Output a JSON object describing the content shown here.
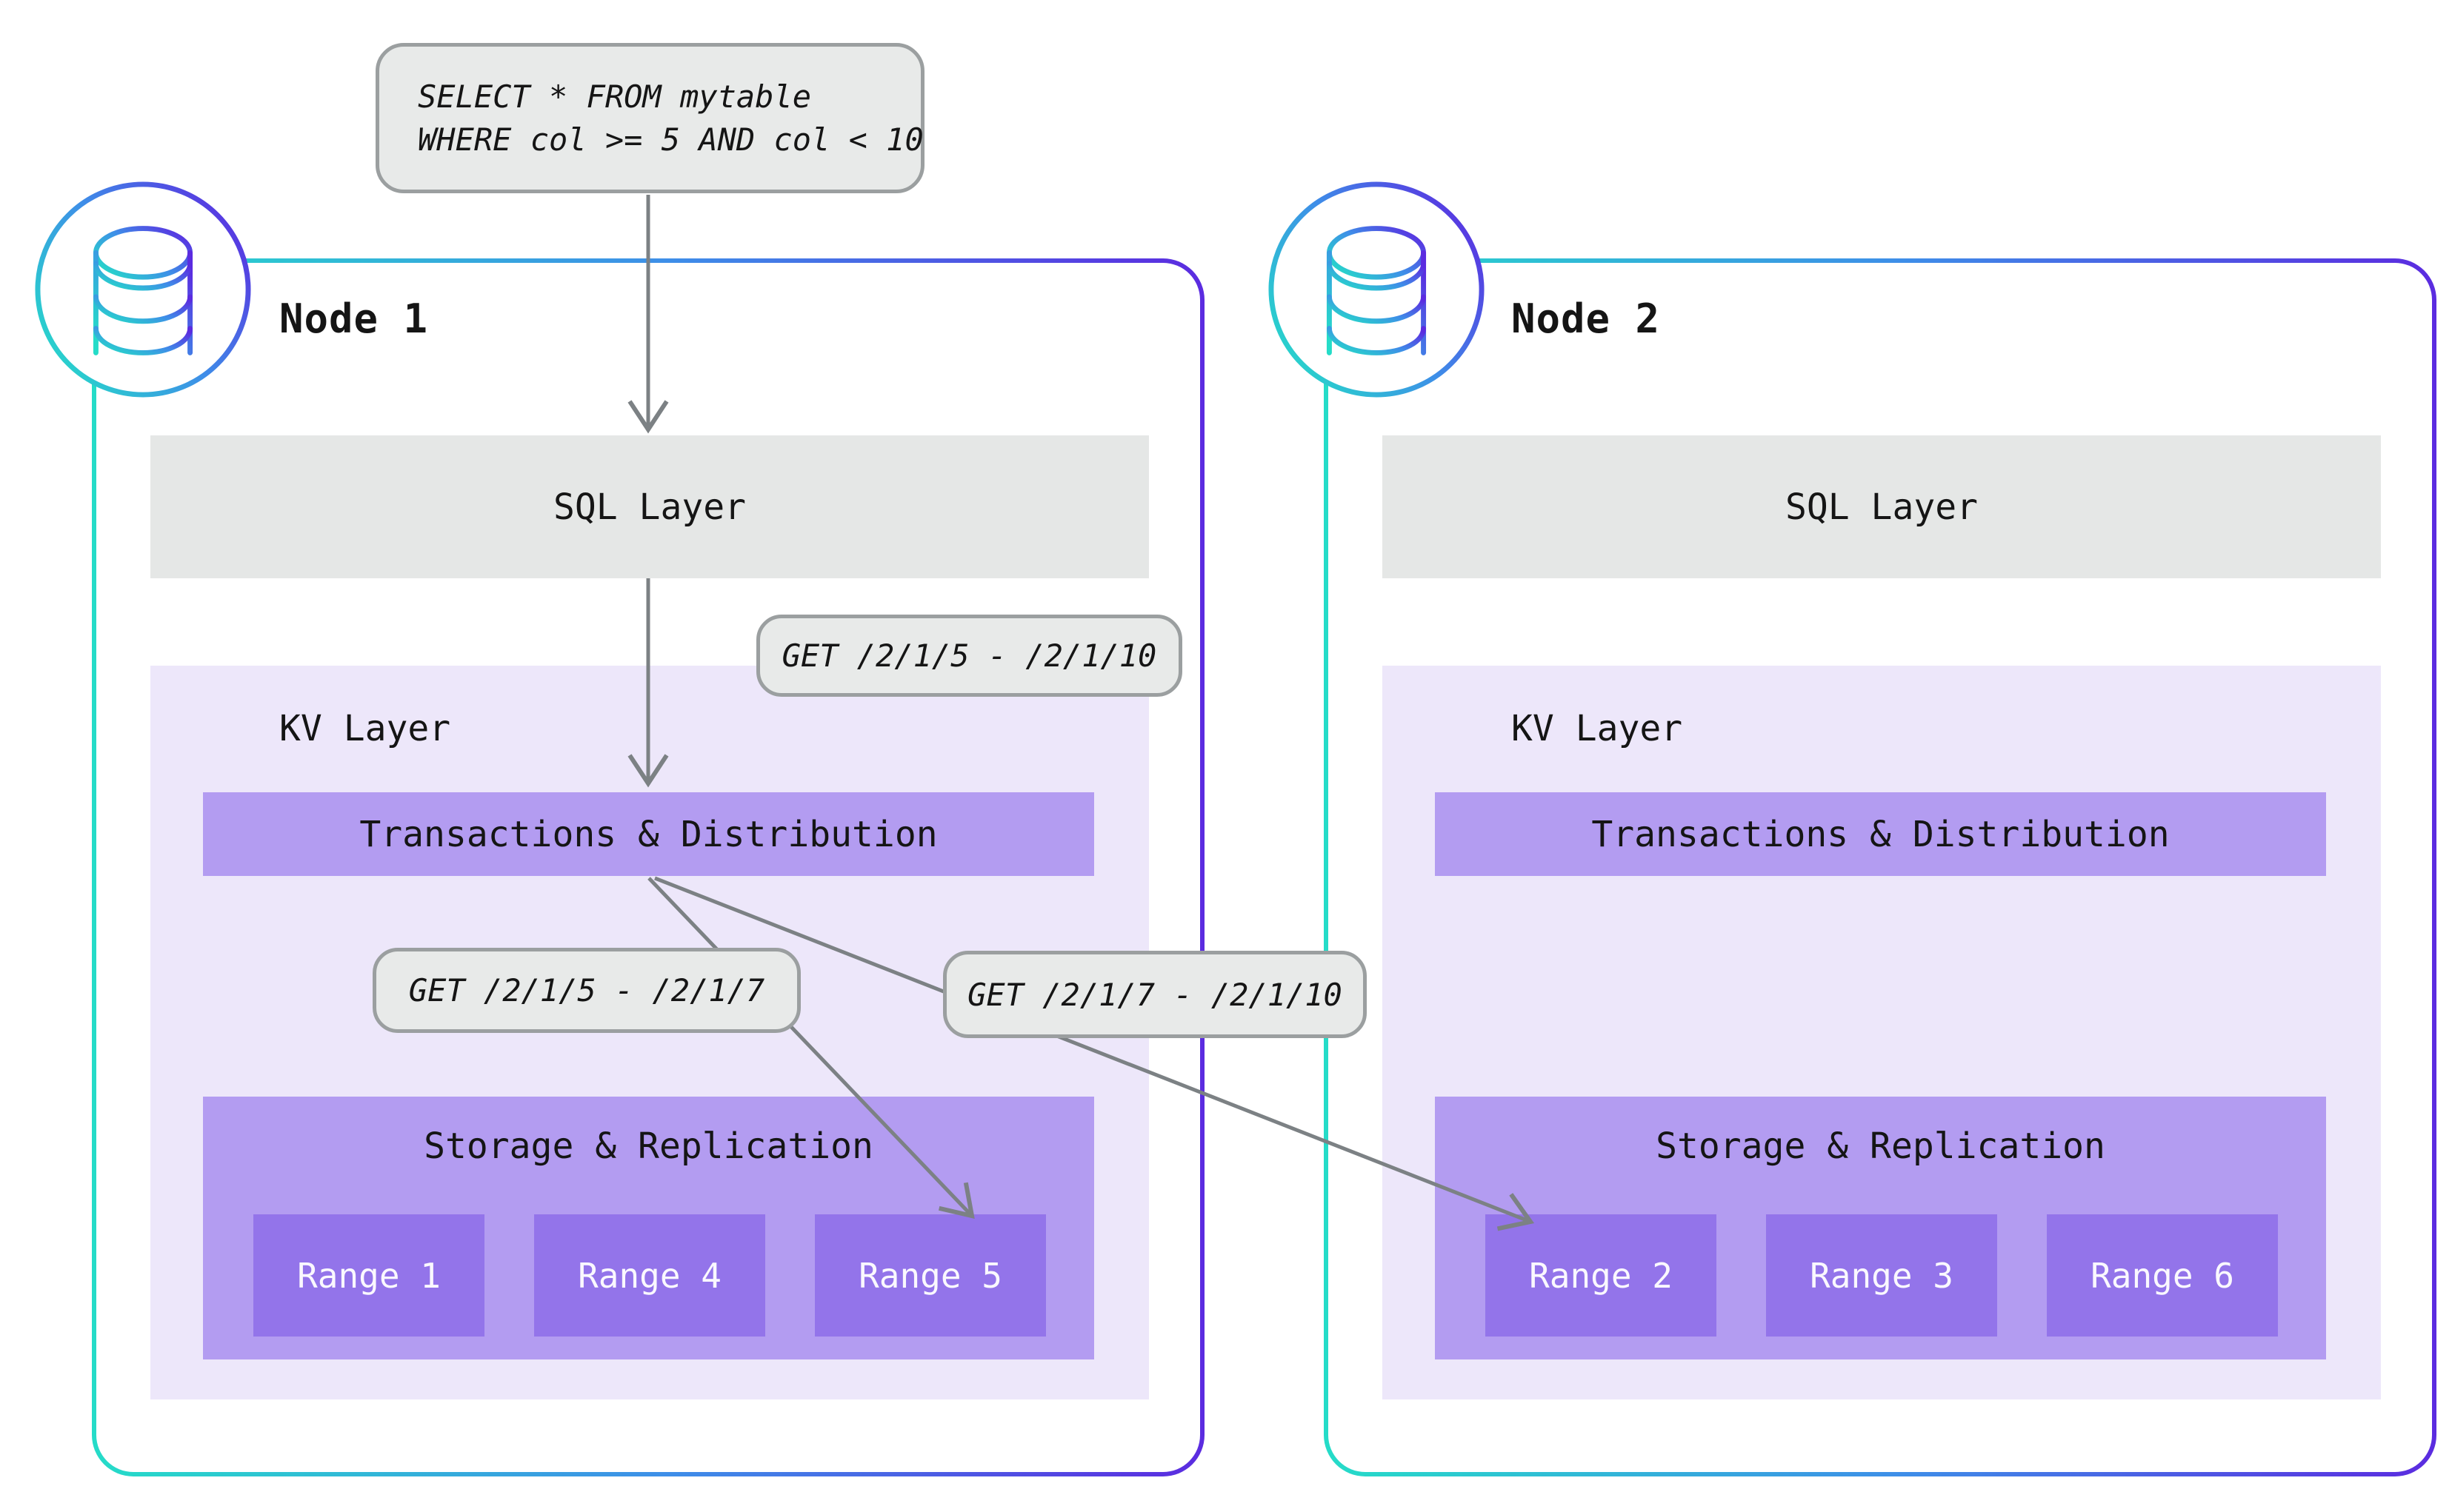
{
  "diagram": {
    "query": {
      "lines": [
        "SELECT * FROM mytable",
        "WHERE col >= 5 AND col < 10"
      ]
    },
    "kv_requests": {
      "full_range": "GET /2/1/5 - /2/1/10",
      "left_split": "GET /2/1/5 - /2/1/7",
      "right_split": "GET /2/1/7 - /2/1/10"
    },
    "nodes": [
      {
        "title": "Node 1",
        "sql_layer_label": "SQL Layer",
        "kv_layer_label": "KV Layer",
        "transactions_label": "Transactions & Distribution",
        "storage_label": "Storage & Replication",
        "ranges": [
          "Range 1",
          "Range 4",
          "Range 5"
        ]
      },
      {
        "title": "Node 2",
        "sql_layer_label": "SQL Layer",
        "kv_layer_label": "KV Layer",
        "transactions_label": "Transactions & Distribution",
        "storage_label": "Storage & Replication",
        "ranges": [
          "Range 2",
          "Range 3",
          "Range 6"
        ]
      }
    ],
    "icons": {
      "node_badge": "database-icon"
    },
    "colors": {
      "node_border_start": "#25DCC8",
      "node_border_mid": "#3E8EE8",
      "node_border_end": "#5B2BE0",
      "sql_layer_bg": "#E5E7E6",
      "code_label_bg": "#E8EAE9",
      "code_label_border": "#9B9FA0",
      "kv_layer_bg": "#EDE7FA",
      "bar_purple": "#B39CF1",
      "range_purple": "#9374EA",
      "arrow_gray": "#7C8184",
      "text_dark": "#151515",
      "range_text": "#FAF8FE"
    }
  }
}
